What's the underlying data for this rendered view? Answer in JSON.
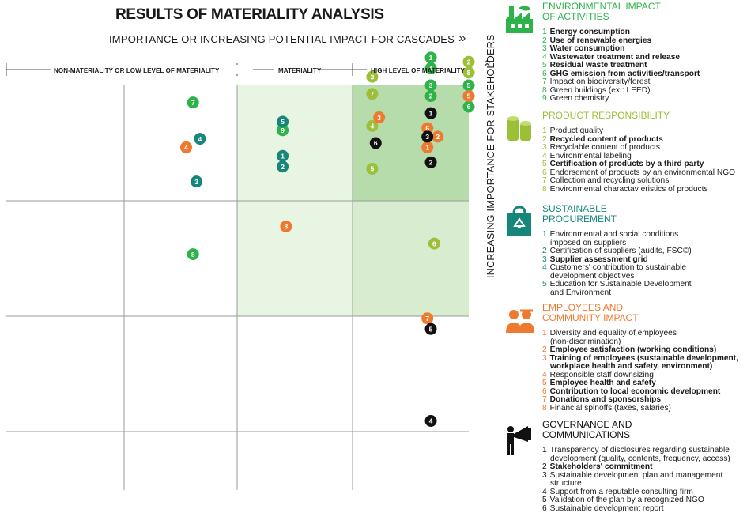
{
  "header": {
    "title": "RESULTS OF MATERIALITY ANALYSIS",
    "subtitle": "IMPORTANCE OR INCREASING POTENTIAL IMPACT FOR CASCADES",
    "y_axis_label": "INCREASING IMPORTANCE FOR STAKEHOLDERS"
  },
  "zones": {
    "low": "NON-MATERIALITY OR LOW LEVEL OF MATERIALITY",
    "mid": "MATERIALITY",
    "high": "HIGH LEVEL OF MATERIALITY"
  },
  "icons": {
    "chevron_right": "»",
    "chevron_up": "»"
  },
  "colors": {
    "environment": "#2db34a",
    "product": "#9cbf38",
    "procurement": "#17867a",
    "employees": "#ee7a30",
    "governance": "#111111",
    "zone_mid": "#e9f5e3",
    "zone_high": "#d8eccf",
    "zone_top": "#b7dcac"
  },
  "legend": [
    {
      "key": "environment",
      "icon": "factory-leaf-icon",
      "title_lines": [
        "ENVIRONMENTAL IMPACT",
        "OF ACTIVITIES"
      ],
      "items": [
        {
          "n": "1",
          "text": "Energy consumption",
          "bold": true
        },
        {
          "n": "2",
          "text": "Use of renewable energies",
          "bold": true
        },
        {
          "n": "3",
          "text": "Water consumption",
          "bold": true
        },
        {
          "n": "4",
          "text": "Wastewater treatment and release",
          "bold": true
        },
        {
          "n": "5",
          "text": "Residual waste treatment",
          "bold": true
        },
        {
          "n": "6",
          "text": "GHG emission from activities/transport",
          "bold": true
        },
        {
          "n": "7",
          "text": "Impact on biodiversity/forest",
          "bold": false
        },
        {
          "n": "8",
          "text": "Green buildings (ex.: LEED)",
          "bold": false
        },
        {
          "n": "9",
          "text": "Green chemistry",
          "bold": false
        }
      ]
    },
    {
      "key": "product",
      "icon": "paper-roll-icon",
      "title_lines": [
        "PRODUCT RESPONSIBILITY"
      ],
      "items": [
        {
          "n": "1",
          "text": "Product quality",
          "bold": false
        },
        {
          "n": "2",
          "text": "Recycled content of products",
          "bold": true
        },
        {
          "n": "3",
          "text": "Recyclable content of products",
          "bold": false
        },
        {
          "n": "4",
          "text": "Environmental labeling",
          "bold": false
        },
        {
          "n": "5",
          "text": "Certification of products by a third party",
          "bold": true
        },
        {
          "n": "6",
          "text": "Endorsement of products by an environmental NGO",
          "bold": false
        },
        {
          "n": "7",
          "text": "Collection and recycling solutions",
          "bold": false
        },
        {
          "n": "8",
          "text": "Environmental charactav eristics of products",
          "bold": false
        }
      ]
    },
    {
      "key": "procurement",
      "icon": "recycle-bag-icon",
      "title_lines": [
        "SUSTAINABLE",
        "PROCUREMENT"
      ],
      "items": [
        {
          "n": "1",
          "text": "Environmental and social conditions",
          "text2": "imposed on suppliers",
          "bold": false
        },
        {
          "n": "2",
          "text": "Certification of suppliers (audits, FSC©)",
          "bold": false
        },
        {
          "n": "3",
          "text": "Supplier assessment grid",
          "bold": true
        },
        {
          "n": "4",
          "text": "Customers' contribution to sustainable",
          "text2": "development objectives",
          "bold": false
        },
        {
          "n": "5",
          "text": "Education for Sustainable Development",
          "text2": "and Environment",
          "bold": false
        }
      ]
    },
    {
      "key": "employees",
      "icon": "workers-icon",
      "title_lines": [
        "EMPLOYEES AND",
        "COMMUNITY IMPACT"
      ],
      "items": [
        {
          "n": "1",
          "text": "Diversity and equality of employees",
          "text2": "(non-discrimination)",
          "bold": false
        },
        {
          "n": "2",
          "text": "Employee satisfaction (working conditions)",
          "bold": true
        },
        {
          "n": "3",
          "text": "Training of employees (sustainable development,",
          "text2": "workplace health and safety, environment)",
          "bold": true
        },
        {
          "n": "4",
          "text": "Responsible staff downsizing",
          "bold": false
        },
        {
          "n": "5",
          "text": "Employee health and safety",
          "bold": true
        },
        {
          "n": "6",
          "text": "Contribution to local economic development",
          "bold": true
        },
        {
          "n": "7",
          "text": "Donations and sponsorships",
          "bold": true
        },
        {
          "n": "8",
          "text": "Financial spinoffs (taxes, salaries)",
          "bold": false
        }
      ]
    },
    {
      "key": "governance",
      "icon": "megaphone-person-icon",
      "title_lines": [
        "GOVERNANCE AND",
        "COMMUNICATIONS"
      ],
      "items": [
        {
          "n": "1",
          "text": "Transparency of disclosures regarding sustainable",
          "text2": "development (quality, contents, frequency, access)",
          "bold": false
        },
        {
          "n": "2",
          "text": "Stakeholders' commitment",
          "bold": true
        },
        {
          "n": "3",
          "text": "Sustainable development plan and management",
          "text2": "structure",
          "bold": false
        },
        {
          "n": "4",
          "text": "Support from a reputable consulting firm",
          "bold": false
        },
        {
          "n": "5",
          "text": "Validation of the plan by a recognized NGO",
          "bold": false
        },
        {
          "n": "6",
          "text": "Sustainable development report",
          "bold": false
        }
      ]
    }
  ],
  "chart_data": {
    "type": "scatter",
    "title": "RESULTS OF MATERIALITY ANALYSIS",
    "xlabel": "IMPORTANCE OR INCREASING POTENTIAL IMPACT FOR CASCADES",
    "ylabel": "INCREASING IMPORTANCE FOR STAKEHOLDERS",
    "zones": [
      "NON-MATERIALITY OR LOW LEVEL OF MATERIALITY",
      "MATERIALITY",
      "HIGH LEVEL OF MATERIALITY"
    ],
    "series": [
      {
        "name": "ENVIRONMENTAL IMPACT OF ACTIVITIES",
        "key": "environment",
        "points": [
          {
            "label": "1",
            "x": 89,
            "y": 67
          },
          {
            "label": "4",
            "x": 89,
            "y": 62
          },
          {
            "label": "3",
            "x": 89,
            "y": 54
          },
          {
            "label": "2",
            "x": 89,
            "y": 49
          },
          {
            "label": "5",
            "x": 100,
            "y": 54
          },
          {
            "label": "1",
            "x": 100,
            "y": 49
          },
          {
            "label": "6",
            "x": 100,
            "y": 44
          },
          {
            "label": "7",
            "x": 20,
            "y": 46
          },
          {
            "label": "9",
            "x": 46,
            "y": 33
          },
          {
            "label": "8",
            "x": 20,
            "y": -25
          }
        ]
      },
      {
        "name": "PRODUCT RESPONSIBILITY",
        "key": "product",
        "points": [
          {
            "label": "2",
            "x": 100,
            "y": 65
          },
          {
            "label": "8",
            "x": 100,
            "y": 60
          },
          {
            "label": "3",
            "x": 72,
            "y": 58
          },
          {
            "label": "7",
            "x": 72,
            "y": 50
          },
          {
            "label": "4",
            "x": 72,
            "y": 35
          },
          {
            "label": "5",
            "x": 72,
            "y": 15
          },
          {
            "label": "6",
            "x": 90,
            "y": -20
          }
        ]
      },
      {
        "name": "SUSTAINABLE PROCUREMENT",
        "key": "procurement",
        "points": [
          {
            "label": "5",
            "x": 46,
            "y": 37
          },
          {
            "label": "4",
            "x": 22,
            "y": 29
          },
          {
            "label": "3",
            "x": 21,
            "y": 9
          },
          {
            "label": "1",
            "x": 46,
            "y": 21
          },
          {
            "label": "2",
            "x": 46,
            "y": 16
          }
        ]
      },
      {
        "name": "EMPLOYEES AND COMMUNITY IMPACT",
        "key": "employees",
        "points": [
          {
            "label": "3",
            "x": 74,
            "y": 39
          },
          {
            "label": "6",
            "x": 88,
            "y": 34
          },
          {
            "label": "2",
            "x": 91,
            "y": 30
          },
          {
            "label": "1",
            "x": 88,
            "y": 25
          },
          {
            "label": "4",
            "x": 18,
            "y": 25
          },
          {
            "label": "8",
            "x": 47,
            "y": -12
          },
          {
            "label": "5",
            "x": 100,
            "y": 49
          },
          {
            "label": "7",
            "x": 88,
            "y": -55
          }
        ]
      },
      {
        "name": "GOVERNANCE AND COMMUNICATIONS",
        "key": "governance",
        "points": [
          {
            "label": "1",
            "x": 89,
            "y": 41
          },
          {
            "label": "6",
            "x": 73,
            "y": 27
          },
          {
            "label": "3",
            "x": 88,
            "y": 30
          },
          {
            "label": "2",
            "x": 89,
            "y": 18
          },
          {
            "label": "5",
            "x": 89,
            "y": -60
          },
          {
            "label": "4",
            "x": 89,
            "y": -103
          }
        ]
      }
    ]
  }
}
